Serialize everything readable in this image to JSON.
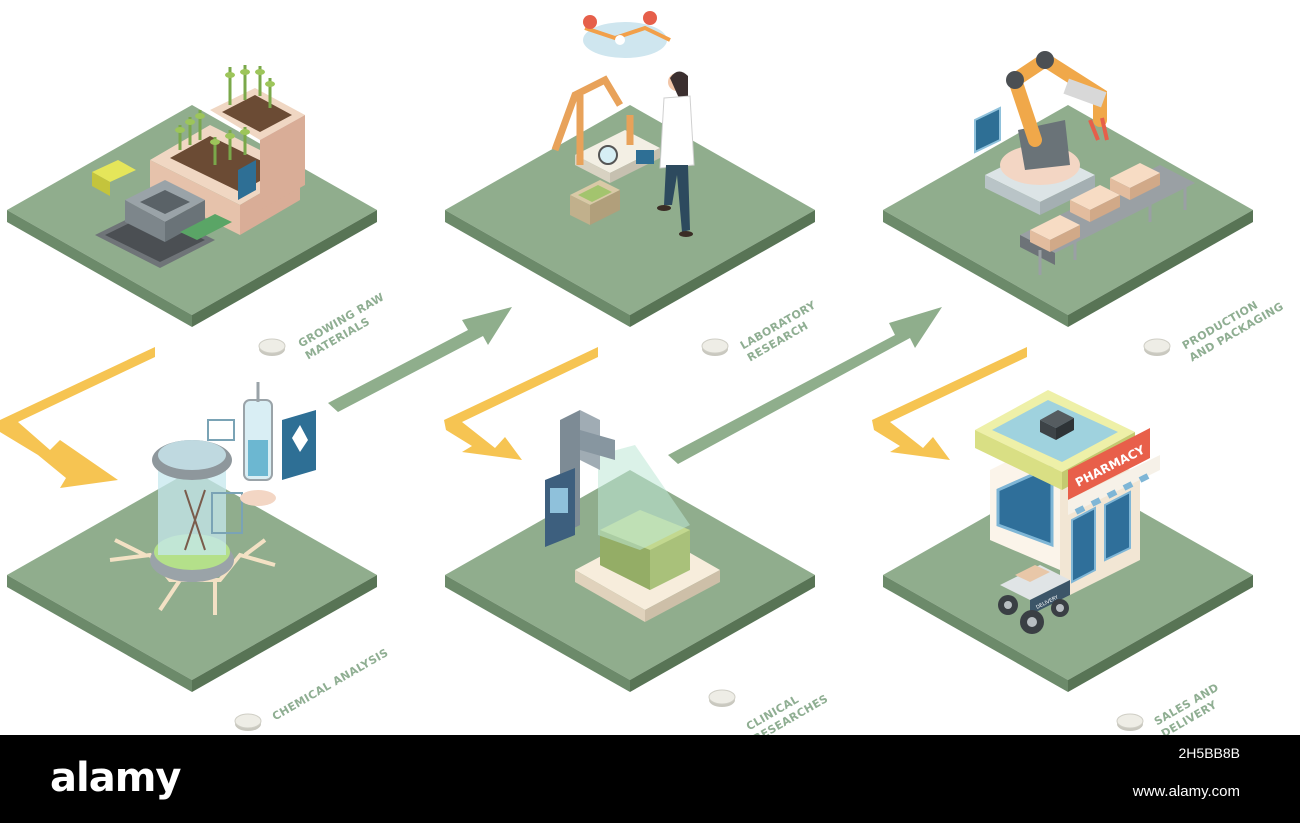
{
  "stages": [
    {
      "id": "growing",
      "label": "GROWING RAW\nMATERIALS"
    },
    {
      "id": "lab",
      "label": "LABORATORY\nRESEARCH"
    },
    {
      "id": "production",
      "label": "PRODUCTION\nAND PACKAGING"
    },
    {
      "id": "chemical",
      "label": "CHEMICAL ANALYSIS"
    },
    {
      "id": "clinical",
      "label": "CLINICAL\nRESEARCHES"
    },
    {
      "id": "sales",
      "label": "SALES AND\nDELIVERY"
    }
  ],
  "pharmacy_sign": "PHARMACY",
  "delivery_text": "DELIVERY",
  "watermark": {
    "brand": "alamy",
    "image_id": "2H5BB8B",
    "site": "www.alamy.com"
  },
  "colors": {
    "platform_top": "#90ad8d",
    "platform_side": "#6c8a6a",
    "platform_front": "#587455",
    "arrow_orange": "#f6c452",
    "arrow_green": "#8fae8c",
    "label_text": "#8fae92"
  }
}
